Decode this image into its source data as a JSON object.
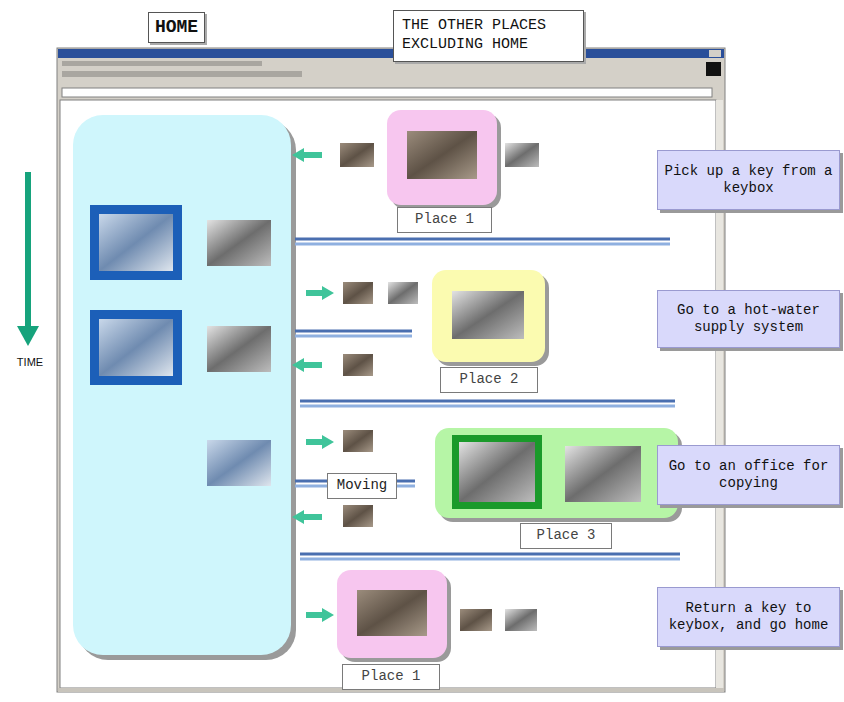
{
  "diagram": {
    "nodes": [
      {
        "text": [
          "HOME"
        ]
      },
      {
        "text": [
          "THE OTHER PLACES EXCLUDING HOME"
        ]
      },
      {
        "text": [
          "Place 1"
        ]
      },
      {
        "text": [
          "Pick up a key from a keybox"
        ]
      },
      {
        "text": [
          "Place 2"
        ]
      },
      {
        "text": [
          "Go to a hot-water supply system"
        ]
      },
      {
        "text": [
          "Moving"
        ]
      },
      {
        "text": [
          "Place 3"
        ]
      },
      {
        "text": [
          "Go to an office for copying"
        ]
      },
      {
        "text": [
          "Place 1"
        ]
      },
      {
        "text": [
          "Return a key to keybox, and go home"
        ]
      }
    ],
    "labels": [
      "TIME"
    ]
  }
}
